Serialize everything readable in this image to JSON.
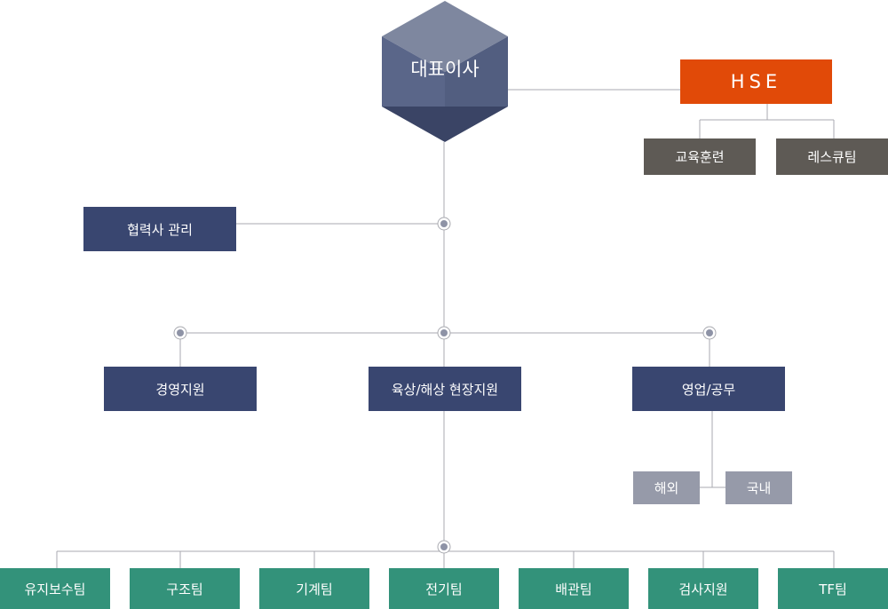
{
  "ceo": {
    "label": "대표이사",
    "colors": {
      "top": "#7e879f",
      "left": "#5a6689",
      "right": "#525e80",
      "bottom": "#3a4465"
    }
  },
  "hse": {
    "label": "HSE",
    "color": "#e14a08"
  },
  "hse_teams": [
    {
      "label": "교육훈련"
    },
    {
      "label": "레스큐팀"
    }
  ],
  "partner": {
    "label": "협력사 관리"
  },
  "divisions": [
    {
      "label": "경영지원"
    },
    {
      "label": "육상/해상 현장지원"
    },
    {
      "label": "영업/공무"
    }
  ],
  "sales_sub": [
    {
      "label": "해외"
    },
    {
      "label": "국내"
    }
  ],
  "field_teams": [
    {
      "label": "유지보수팀"
    },
    {
      "label": "구조팀"
    },
    {
      "label": "기계팀"
    },
    {
      "label": "전기팀"
    },
    {
      "label": "배관팀"
    },
    {
      "label": "검사지원"
    },
    {
      "label": "TF팀"
    }
  ],
  "colors": {
    "navy": "#394670",
    "line": "#a9aab0",
    "green": "#33927a",
    "brown": "#5e5a55",
    "grey": "#969aa9"
  }
}
